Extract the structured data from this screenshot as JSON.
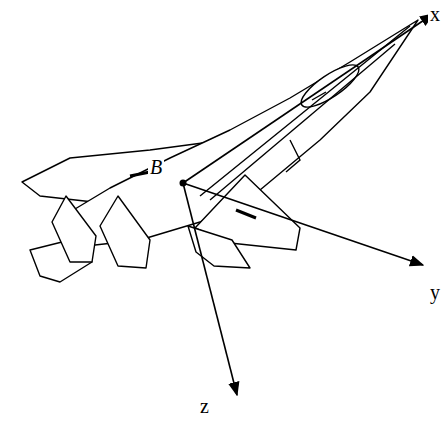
{
  "diagram": {
    "labels": [
      "x",
      "y",
      "z",
      "B"
    ]
  }
}
